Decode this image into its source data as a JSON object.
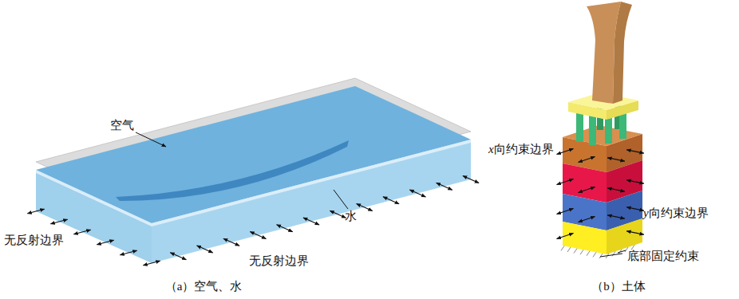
{
  "diagram": {
    "labels": [
      "空气",
      "水",
      "无反射边界",
      "无反射边界",
      "（a）空气、水",
      "x向约束边界",
      "y向约束边界",
      "底部固定约束",
      "（b）土体"
    ]
  }
}
